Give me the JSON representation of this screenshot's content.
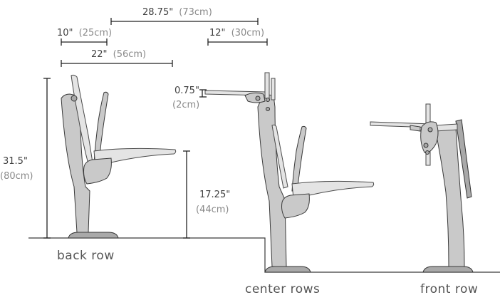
{
  "dimensions": {
    "back_to_center": {
      "imperial": "28.75\"",
      "metric": "(73cm)"
    },
    "back_depth": {
      "imperial": "10\"",
      "metric": "(25cm)"
    },
    "tablet_depth": {
      "imperial": "12\"",
      "metric": "(30cm)"
    },
    "seat_depth": {
      "imperial": "22\"",
      "metric": "(56cm)"
    },
    "tablet_thickness": {
      "imperial": "0.75\"",
      "metric": "(2cm)"
    },
    "seat_height_total": {
      "imperial": "31.5\"",
      "metric": "(80cm)"
    },
    "seat_height": {
      "imperial": "17.25\"",
      "metric": "(44cm)"
    }
  },
  "rows": {
    "back": "back row",
    "center": "center rows",
    "front": "front row"
  },
  "colors": {
    "chair_fill": "#c9c9c9",
    "chair_dark": "#a9a9a9",
    "chair_light": "#e4e4e4",
    "line": "#222222"
  }
}
